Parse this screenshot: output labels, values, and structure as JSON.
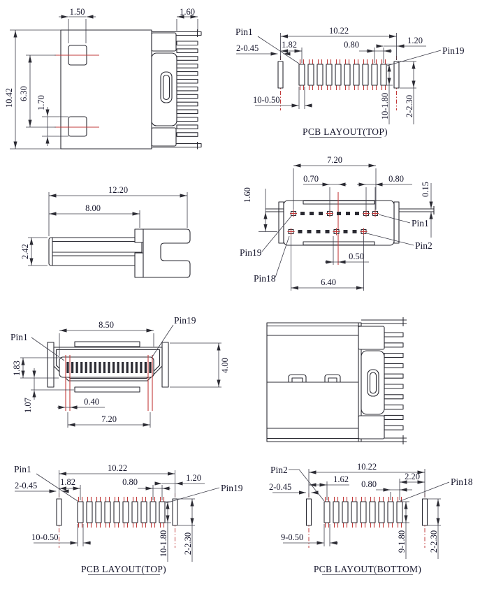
{
  "colors": {
    "line": "#2b2b33",
    "dimension_line": "#3c3c48",
    "accent_red": "#c23b3b",
    "text": "#16162c",
    "background": "#ffffff"
  },
  "views": {
    "side": {
      "dims": {
        "latch_width": "1.50",
        "tail_width": "1.60",
        "body_height": "10.42",
        "latch_spacing": "6.30",
        "latch_height": "1.70"
      }
    },
    "pcb_top_a": {
      "title": "PCB LAYOUT(TOP)",
      "labels": {
        "pin1": "Pin1",
        "pin19": "Pin19"
      },
      "dims": {
        "total_span": "10.22",
        "first_offset": "1.82",
        "pitch": "0.80",
        "last_offset": "1.20",
        "outer_pad_width": "2-0.45",
        "signal_pad_width": "10-0.50",
        "signal_pad_length": "10-1.80",
        "outer_pad_length": "2-2.30"
      }
    },
    "clip": {
      "dims": {
        "overall_length": "12.20",
        "body_length": "8.00",
        "height": "2.42"
      }
    },
    "top": {
      "labels": {
        "pin1": "Pin1",
        "pin2": "Pin2",
        "pin18": "Pin18",
        "pin19": "Pin19"
      },
      "dims": {
        "row1_span": "7.20",
        "center_offset": "0.70",
        "pitch": "0.80",
        "tab_thickness": "0.15",
        "row_spacing": "1.60",
        "stagger_offset": "0.50",
        "row2_span": "6.40"
      }
    },
    "front": {
      "labels": {
        "pin1": "Pin1",
        "pin19": "Pin19"
      },
      "dims": {
        "slot_width": "8.50",
        "slot_height": "1.83",
        "lower_height": "1.07",
        "contact_width": "0.40",
        "contact_span": "7.20",
        "body_height": "4.00"
      }
    },
    "pcb_top_b": {
      "title": "PCB LAYOUT(TOP)",
      "labels": {
        "pin1": "Pin1",
        "pin19": "Pin19"
      },
      "dims": {
        "total_span": "10.22",
        "first_offset": "1.82",
        "pitch": "0.80",
        "last_offset": "1.20",
        "outer_pad_width": "2-0.45",
        "signal_pad_width": "10-0.50",
        "signal_pad_length": "10-1.80",
        "outer_pad_length": "2-2.30"
      }
    },
    "pcb_bottom": {
      "title": "PCB LAYOUT(BOTTOM)",
      "labels": {
        "pin2": "Pin2",
        "pin18": "Pin18"
      },
      "dims": {
        "total_span": "10.22",
        "first_offset": "1.62",
        "pitch": "0.80",
        "last_offset": "2.20",
        "outer_pad_width": "2-0.45",
        "signal_pad_width": "9-0.50",
        "signal_pad_length": "9-1.80",
        "outer_pad_length": "2-2.30"
      }
    }
  }
}
